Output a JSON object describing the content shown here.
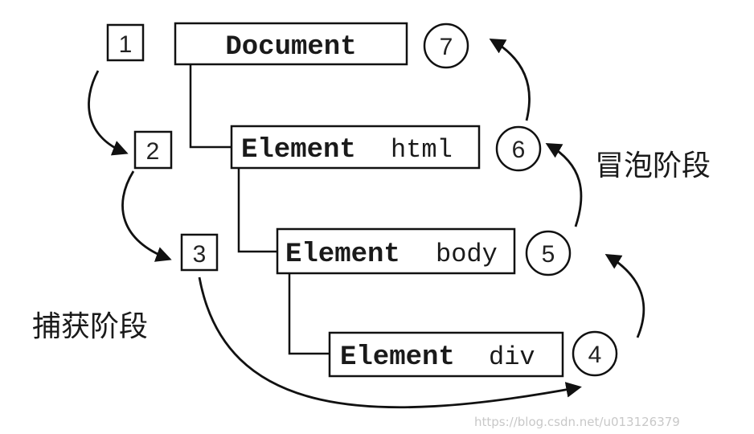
{
  "diagram": {
    "nodes": [
      {
        "keyword": "Document",
        "name": ""
      },
      {
        "keyword": "Element",
        "name": "html"
      },
      {
        "keyword": "Element",
        "name": "body"
      },
      {
        "keyword": "Element",
        "name": "div"
      }
    ],
    "capture_steps": [
      "1",
      "2",
      "3"
    ],
    "bubble_steps": [
      "4",
      "5",
      "6",
      "7"
    ],
    "capture_label": "捕获阶段",
    "bubble_label": "冒泡阶段",
    "watermark": "https://blog.csdn.net/u013126379"
  }
}
